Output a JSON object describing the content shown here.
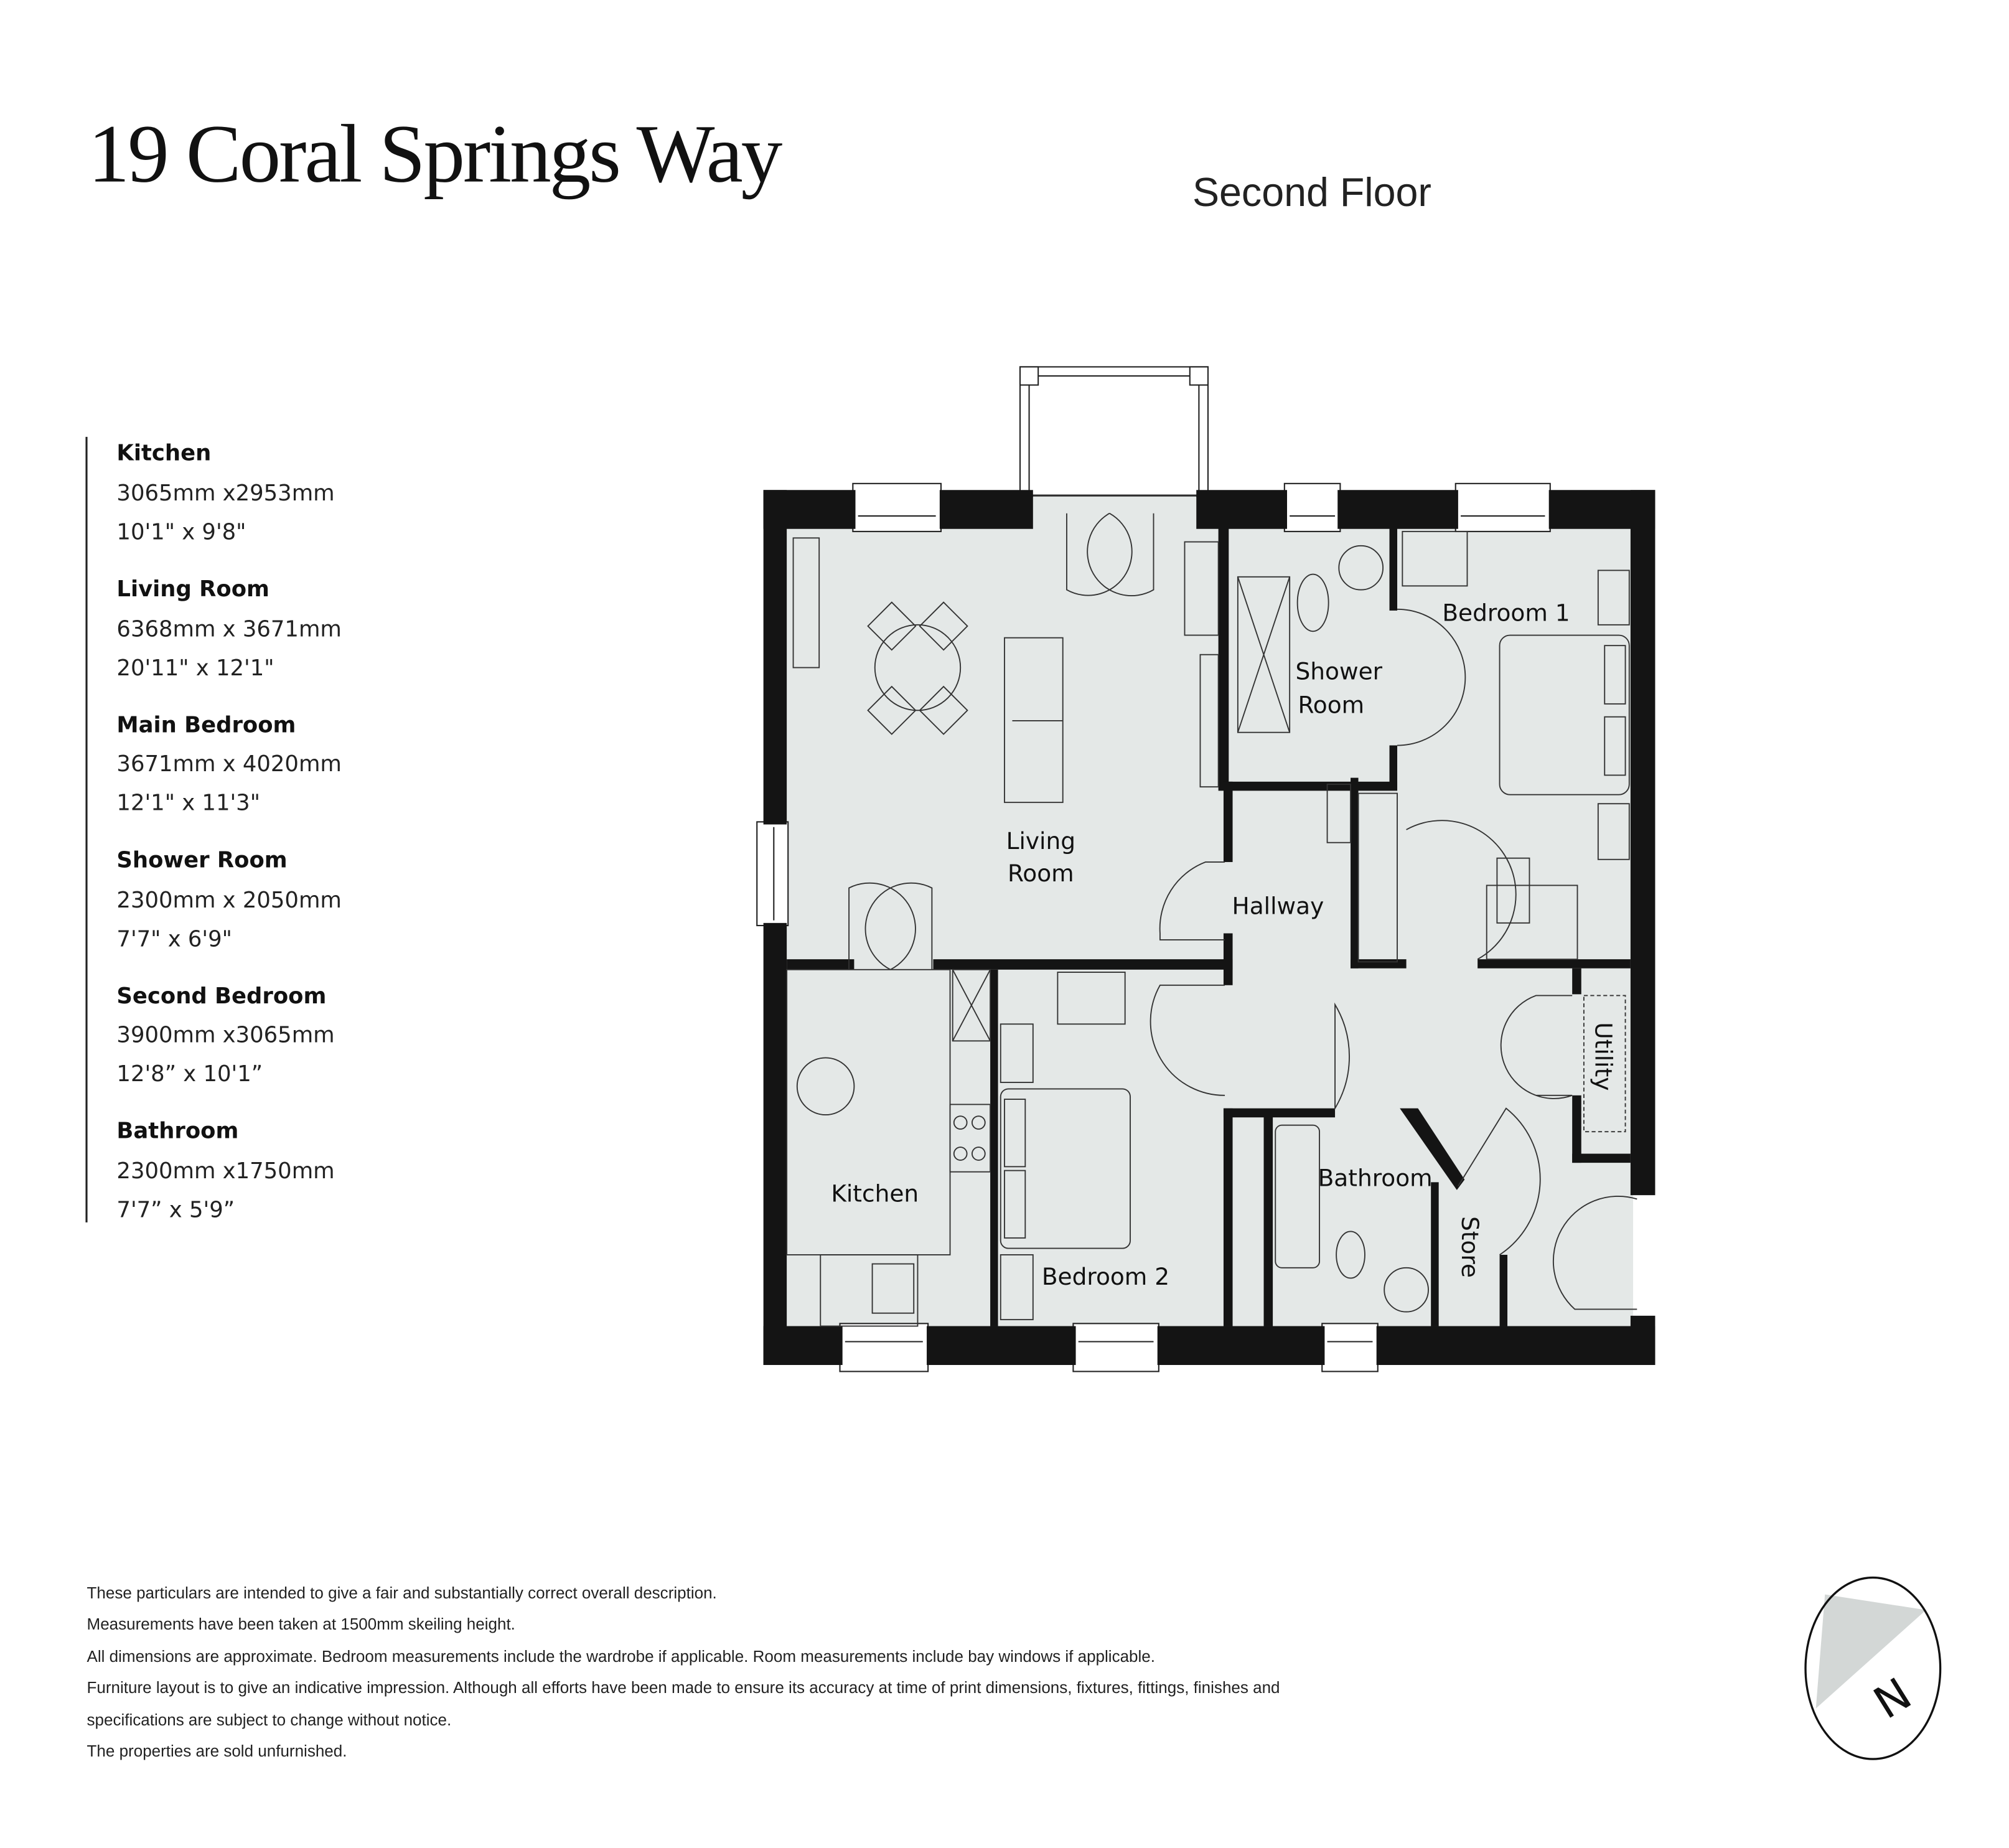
{
  "header": {
    "address": "19 Coral Springs Way",
    "floor": "Second Floor"
  },
  "rooms": [
    {
      "name": "Kitchen",
      "metric": "3065mm x2953mm",
      "imperial": "10'1\" x 9'8\""
    },
    {
      "name": "Living Room",
      "metric": "6368mm x 3671mm",
      "imperial": "20'11\" x 12'1\""
    },
    {
      "name": "Main Bedroom",
      "metric": "3671mm x 4020mm",
      "imperial": "12'1\" x 11'3\""
    },
    {
      "name": "Shower Room",
      "metric": "2300mm x 2050mm",
      "imperial": "7'7\" x 6'9\""
    },
    {
      "name": "Second Bedroom",
      "metric": "3900mm x3065mm",
      "imperial": "12'8” x 10'1”"
    },
    {
      "name": "Bathroom",
      "metric": "2300mm x1750mm",
      "imperial": "7'7” x 5'9”"
    }
  ],
  "plan": {
    "labels": {
      "living_1": "Living",
      "living_2": "Room",
      "shower_1": "Shower",
      "shower_2": "Room",
      "bedroom1": "Bedroom 1",
      "hallway": "Hallway",
      "kitchen": "Kitchen",
      "bedroom2": "Bedroom 2",
      "bathroom": "Bathroom",
      "store": "Store",
      "utility": "Utility"
    },
    "colors": {
      "floor": "#e4e8e7",
      "wall": "#141414",
      "compass_fill": "#d3d7d6"
    }
  },
  "compass": {
    "letter": "N",
    "icon": "north-arrow-icon"
  },
  "disclaimer": [
    "These particulars are intended to give a fair and substantially correct overall description.",
    "Measurements have been taken at 1500mm skeiling height.",
    "All dimensions are approximate. Bedroom measurements include the wardrobe if applicable. Room measurements include bay windows if applicable.",
    "Furniture layout is to give an indicative impression. Although all efforts have been made to ensure its accuracy at time of print dimensions, fixtures, fittings, finishes and",
    "specifications are subject to change without notice.",
    "The properties are sold unfurnished."
  ]
}
